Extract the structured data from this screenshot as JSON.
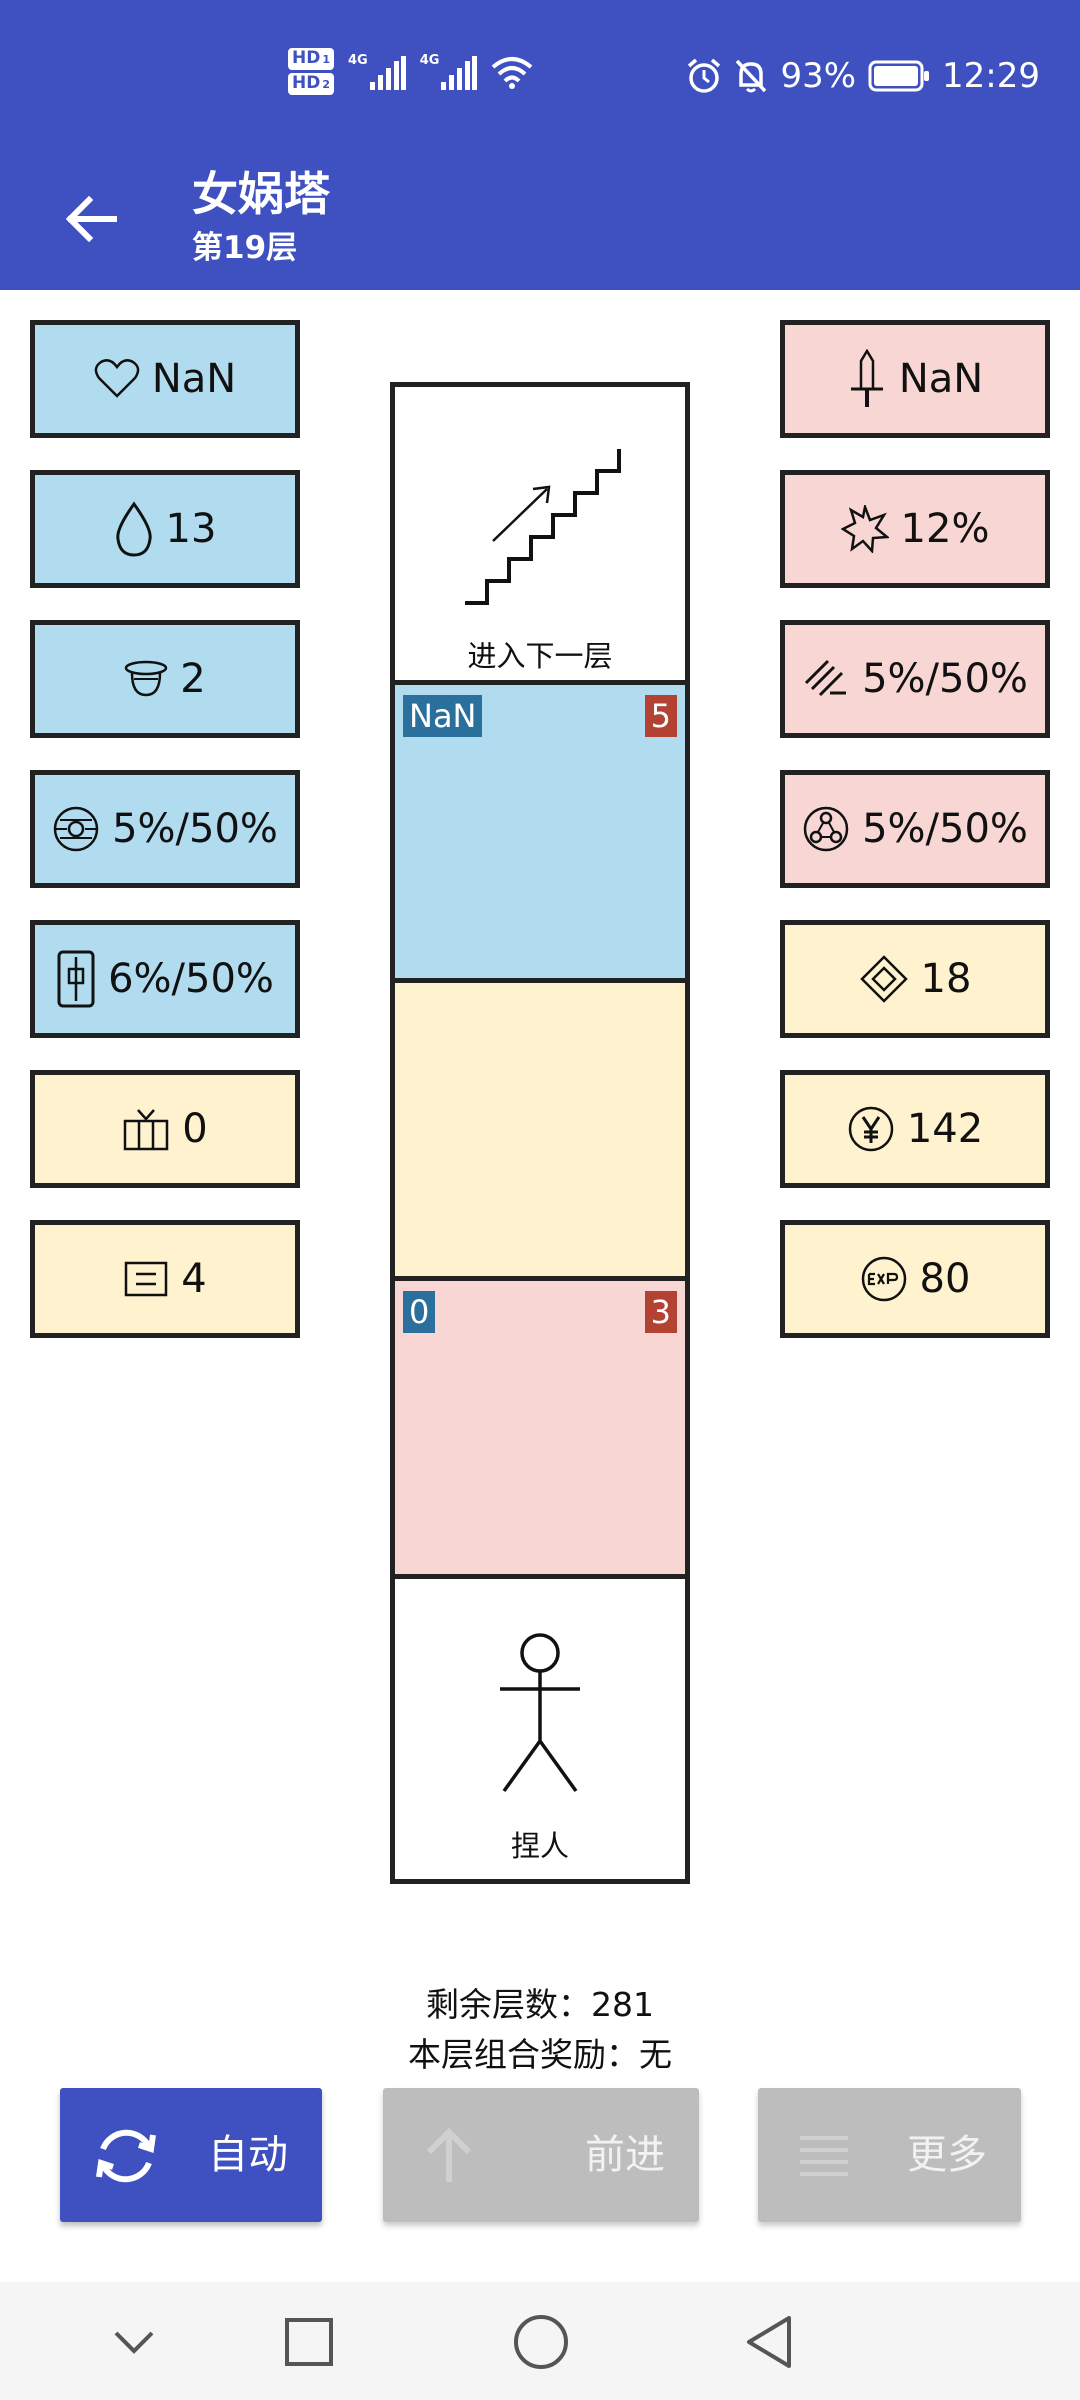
{
  "status_bar": {
    "hd1": "HD",
    "hd1_sub": "1",
    "hd2": "HD",
    "hd2_sub": "2",
    "net1": "4G",
    "net2": "4G",
    "battery": "93%",
    "time": "12:29"
  },
  "app_bar": {
    "title": "女娲塔",
    "subtitle": "第19层"
  },
  "left_stats": [
    {
      "icon": "heart-icon",
      "value": "NaN",
      "color": "blue"
    },
    {
      "icon": "drop-icon",
      "value": "13",
      "color": "blue"
    },
    {
      "icon": "helmet-icon",
      "value": "2",
      "color": "blue"
    },
    {
      "icon": "disc-icon",
      "value": "5%/50%",
      "color": "blue"
    },
    {
      "icon": "shield-icon",
      "value": "6%/50%",
      "color": "blue"
    },
    {
      "icon": "gift-box-icon",
      "value": "0",
      "color": "yellow"
    },
    {
      "icon": "card-icon",
      "value": "4",
      "color": "yellow"
    }
  ],
  "right_stats": [
    {
      "icon": "sword-icon",
      "value": "NaN",
      "color": "pink"
    },
    {
      "icon": "burst-icon",
      "value": "12%",
      "color": "pink"
    },
    {
      "icon": "slash-icon",
      "value": "5%/50%",
      "color": "pink"
    },
    {
      "icon": "triangle-node-icon",
      "value": "5%/50%",
      "color": "pink"
    },
    {
      "icon": "diamond-icon",
      "value": "18",
      "color": "yellow"
    },
    {
      "icon": "yen-coin-icon",
      "value": "142",
      "color": "yellow"
    },
    {
      "icon": "exp-icon",
      "value": "80",
      "color": "yellow"
    }
  ],
  "tower": {
    "top_caption": "进入下一层",
    "cell2_left_badge": "NaN",
    "cell2_right_badge": "5",
    "cell4_left_badge": "0",
    "cell4_right_badge": "3",
    "bottom_caption": "捏人"
  },
  "info": {
    "remaining_floors": "剩余层数：281",
    "combo_reward": "本层组合奖励：无"
  },
  "buttons": {
    "auto": "自动",
    "forward": "前进",
    "more": "更多"
  },
  "colors": {
    "primary": "#3f51c0",
    "blue_cell": "#b1dcf0",
    "pink_cell": "#f7d6d4",
    "yellow_cell": "#fff2cf",
    "badge_blue": "#2b6f9c",
    "badge_red": "#b34233",
    "disabled_button": "#bdbdbd"
  }
}
